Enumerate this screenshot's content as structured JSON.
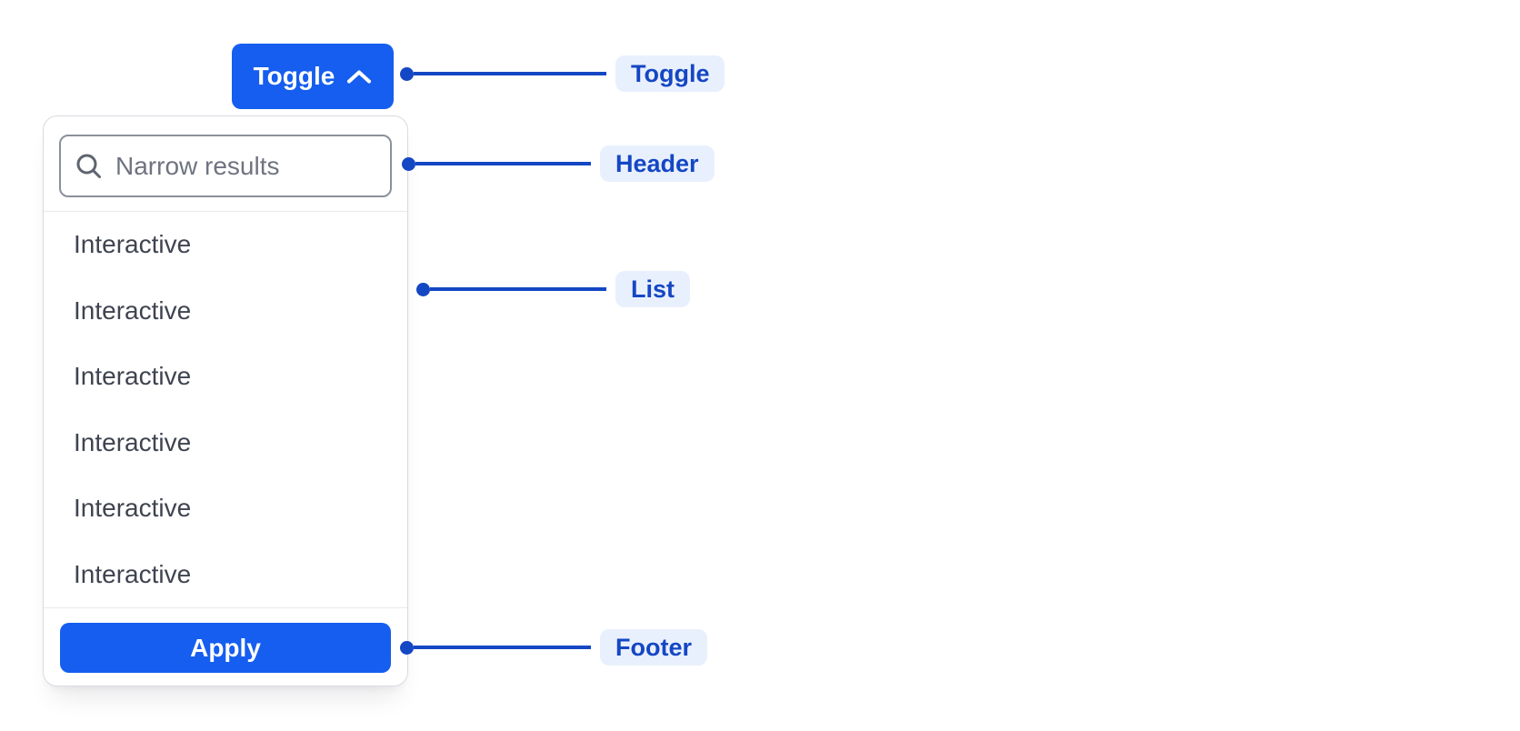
{
  "toggle_button": {
    "label": "Toggle",
    "icon": "chevron-up-icon"
  },
  "dropdown": {
    "header": {
      "icon": "search-icon",
      "search_placeholder": "Narrow results",
      "search_value": ""
    },
    "list": {
      "items": [
        "Interactive",
        "Interactive",
        "Interactive",
        "Interactive",
        "Interactive",
        "Interactive"
      ]
    },
    "footer": {
      "apply_label": "Apply"
    }
  },
  "annotations": [
    {
      "target": "toggle",
      "label": "Toggle"
    },
    {
      "target": "header",
      "label": "Header"
    },
    {
      "target": "list",
      "label": "List"
    },
    {
      "target": "footer",
      "label": "Footer"
    }
  ],
  "colors": {
    "accent_blue": "#155EEF",
    "annotation_blue": "#1447C4",
    "annotation_chip_bg": "#E9F0FD",
    "list_text": "#3E4450",
    "placeholder_text": "#6E7480",
    "input_border": "#8A919C",
    "panel_border": "#D9DBDF",
    "divider": "#E7E9EC"
  }
}
